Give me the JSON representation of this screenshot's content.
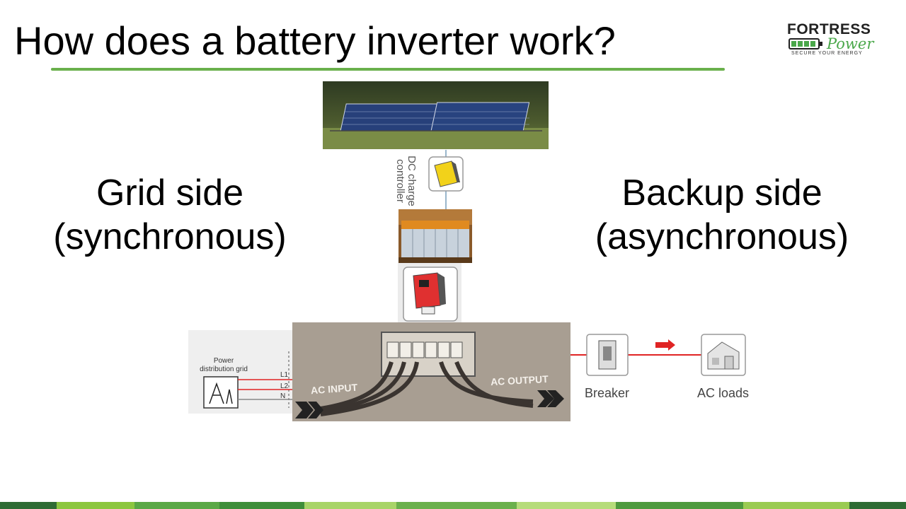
{
  "slide": {
    "title": "How does a battery inverter work?",
    "grid_side_line1": "Grid side",
    "grid_side_line2": "(synchronous)",
    "backup_side_line1": "Backup side",
    "backup_side_line2": "(asynchronous)"
  },
  "logo": {
    "name": "FORTRESS",
    "power": "Power",
    "tagline": "SECURE YOUR ENERGY"
  },
  "diagram": {
    "dc_charge_controller": "DC charge controller",
    "power_grid_label_line1": "Power",
    "power_grid_label_line2": "distribution grid",
    "terminals": [
      "L1",
      "L2",
      "N"
    ],
    "ac_input": "AC INPUT",
    "ac_output": "AC OUTPUT",
    "breaker": "Breaker",
    "ac_loads": "AC loads"
  },
  "colors": {
    "accent": "#6ab04c",
    "wire_red": "#e02424",
    "inverter_red": "#e03030",
    "controller_yellow": "#f2d21a"
  }
}
